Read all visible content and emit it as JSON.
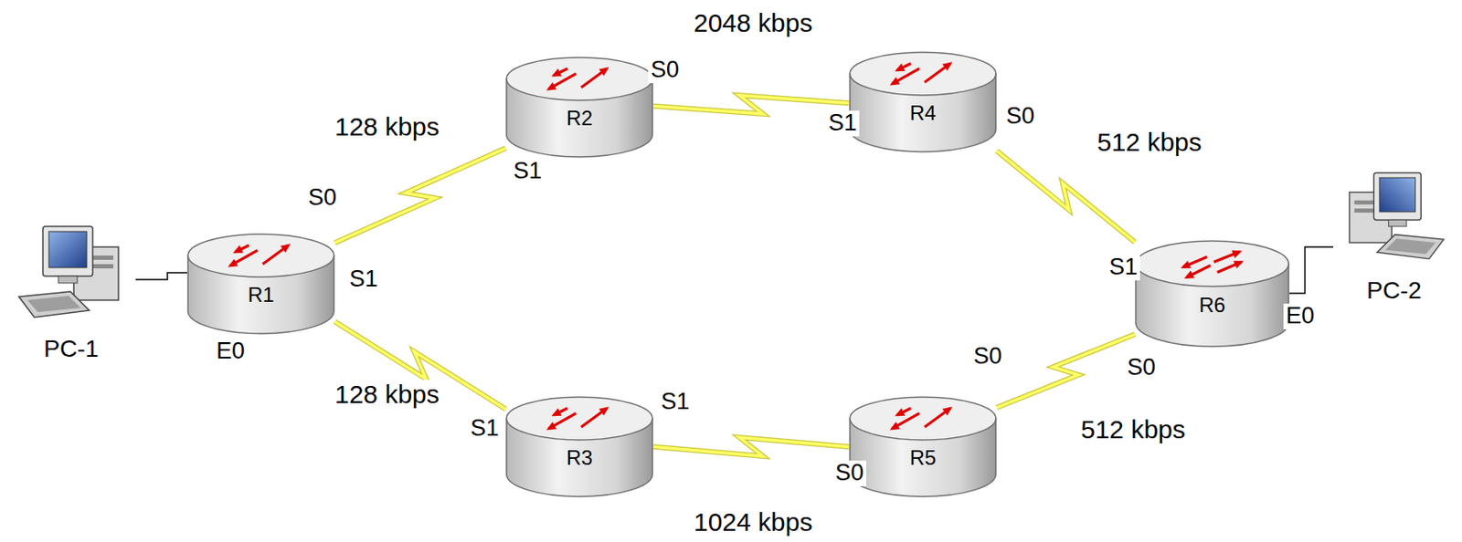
{
  "diagram": {
    "nodes": [
      {
        "text": [
          "PC-1"
        ]
      },
      {
        "text": [
          "R1"
        ]
      },
      {
        "text": [
          "R2"
        ]
      },
      {
        "text": [
          "R3"
        ]
      },
      {
        "text": [
          "R4"
        ]
      },
      {
        "text": [
          "R5"
        ]
      },
      {
        "text": [
          "R6"
        ]
      },
      {
        "text": [
          "PC-2"
        ]
      }
    ],
    "edges": [
      {
        "from": 0,
        "to": 1,
        "arrow": "none"
      },
      {
        "from": 1,
        "to": 2,
        "label": "128 kbps",
        "arrow": "none"
      },
      {
        "from": 1,
        "to": 3,
        "label": "128 kbps",
        "arrow": "none"
      },
      {
        "from": 2,
        "to": 4,
        "label": "2048 kbps",
        "arrow": "none"
      },
      {
        "from": 3,
        "to": 5,
        "label": "1024 kbps",
        "arrow": "none"
      },
      {
        "from": 4,
        "to": 6,
        "label": "512 kbps",
        "arrow": "none"
      },
      {
        "from": 5,
        "to": 6,
        "label": "512 kbps",
        "arrow": "none"
      },
      {
        "from": 6,
        "to": 7,
        "arrow": "none"
      }
    ],
    "labels": [
      "S0",
      "S0",
      "S1",
      "S1",
      "S0",
      "S0",
      "S1",
      "S1",
      "E0",
      "E0",
      "S1",
      "S1",
      "S0",
      "S0"
    ]
  }
}
